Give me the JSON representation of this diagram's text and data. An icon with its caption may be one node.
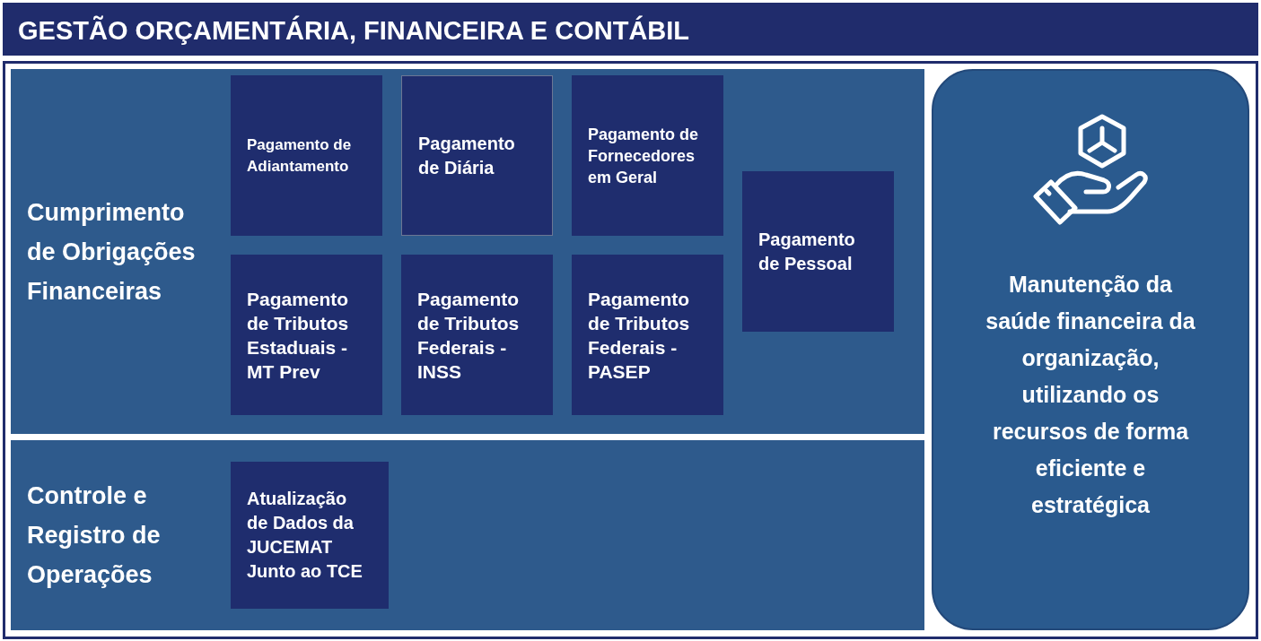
{
  "diagram": {
    "title": "GESTÃO ORÇAMENTÁRIA, FINANCEIRA E CONTÁBIL",
    "nodes": [
      {
        "text": [
          "Cumprimento de Obrigações Financeiras"
        ]
      },
      {
        "text": [
          "Pagamento de Adiantamento"
        ],
        "in": 0
      },
      {
        "text": [
          "Pagamento de Diária"
        ],
        "in": 0
      },
      {
        "text": [
          "Pagamento de Fornecedores em Geral"
        ],
        "in": 0
      },
      {
        "text": [
          "Pagamento de Pessoal"
        ],
        "in": 0
      },
      {
        "text": [
          "Pagamento de Tributos Estaduais - MT Prev"
        ],
        "in": 0
      },
      {
        "text": [
          "Pagamento de Tributos Federais - INSS"
        ],
        "in": 0
      },
      {
        "text": [
          "Pagamento de Tributos Federais - PASEP"
        ],
        "in": 0
      },
      {
        "text": [
          "Controle e Registro de Operações"
        ]
      },
      {
        "text": [
          "Atualização de Dados da JUCEMAT Junto ao TCE"
        ],
        "in": 8
      },
      {
        "text": [
          "Manutenção da saúde financeira da organização, utilizando os recursos de forma eficiente e estratégica"
        ]
      }
    ]
  }
}
